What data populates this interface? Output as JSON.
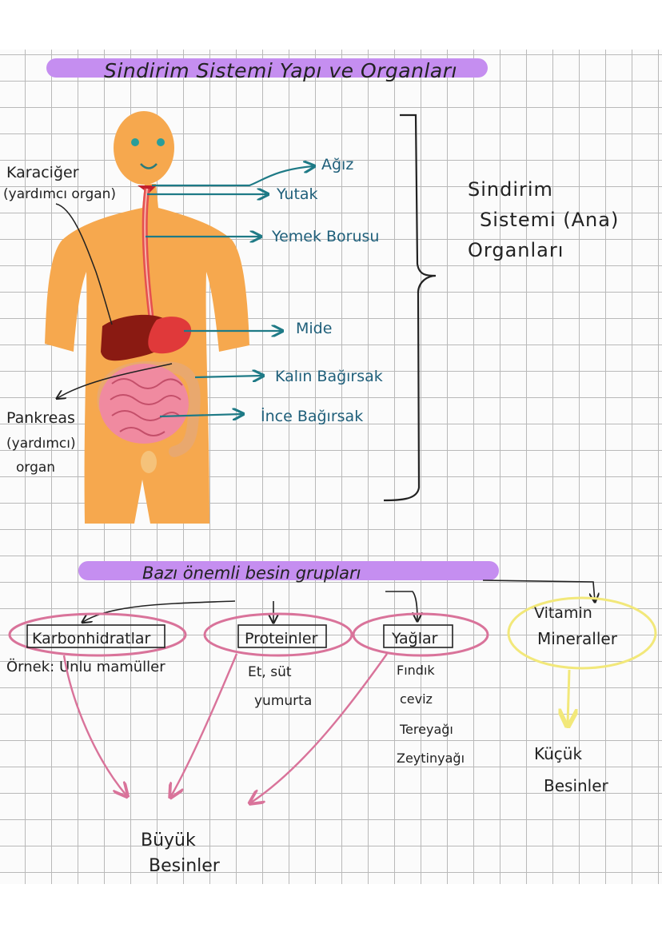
{
  "title": "Sindirim Sistemi Yapı ve Organları",
  "organs": {
    "agiz": "Ağız",
    "yutak": "Yutak",
    "yemek_borusu": "Yemek Borusu",
    "mide": "Mide",
    "kalin_bagirsak": "Kalın Bağırsak",
    "ince_bagirsak": "İnce Bağırsak"
  },
  "helpers": {
    "karaciger_1": "Karaciğer",
    "karaciger_2": "(yardımcı organ)",
    "pankreas_1": "Pankreas",
    "pankreas_2": "(yardımcı)",
    "pankreas_3": "organ"
  },
  "system": {
    "line1": "Sindirim",
    "line2": "Sistemi (Ana)",
    "line3": "Organları"
  },
  "groups_title": "Bazı önemli besin grupları",
  "groups": {
    "karbonhidratlar": "Karbonhidratlar",
    "proteinler": "Proteinler",
    "yaglar": "Yağlar",
    "vitamin_1": "Vitamin",
    "vitamin_2": "Mineraller"
  },
  "examples": {
    "karbon": "Örnek: Unlu mamüller",
    "protein_1": "Et, süt",
    "protein_2": "yumurta",
    "yag_1": "Fındık",
    "yag_2": "ceviz",
    "yag_3": "Tereyağı",
    "yag_4": "Zeytinyağı"
  },
  "results": {
    "buyuk_1": "Büyük",
    "buyuk_2": "Besinler",
    "kucuk_1": "Küçük",
    "kucuk_2": "Besinler"
  },
  "colors": {
    "highlight": "#c58ef0",
    "body": "#f6a84e",
    "teal_ink": "#1e7a86",
    "pink_ink": "#d9739a",
    "yellow_ink": "#f2e87a"
  }
}
